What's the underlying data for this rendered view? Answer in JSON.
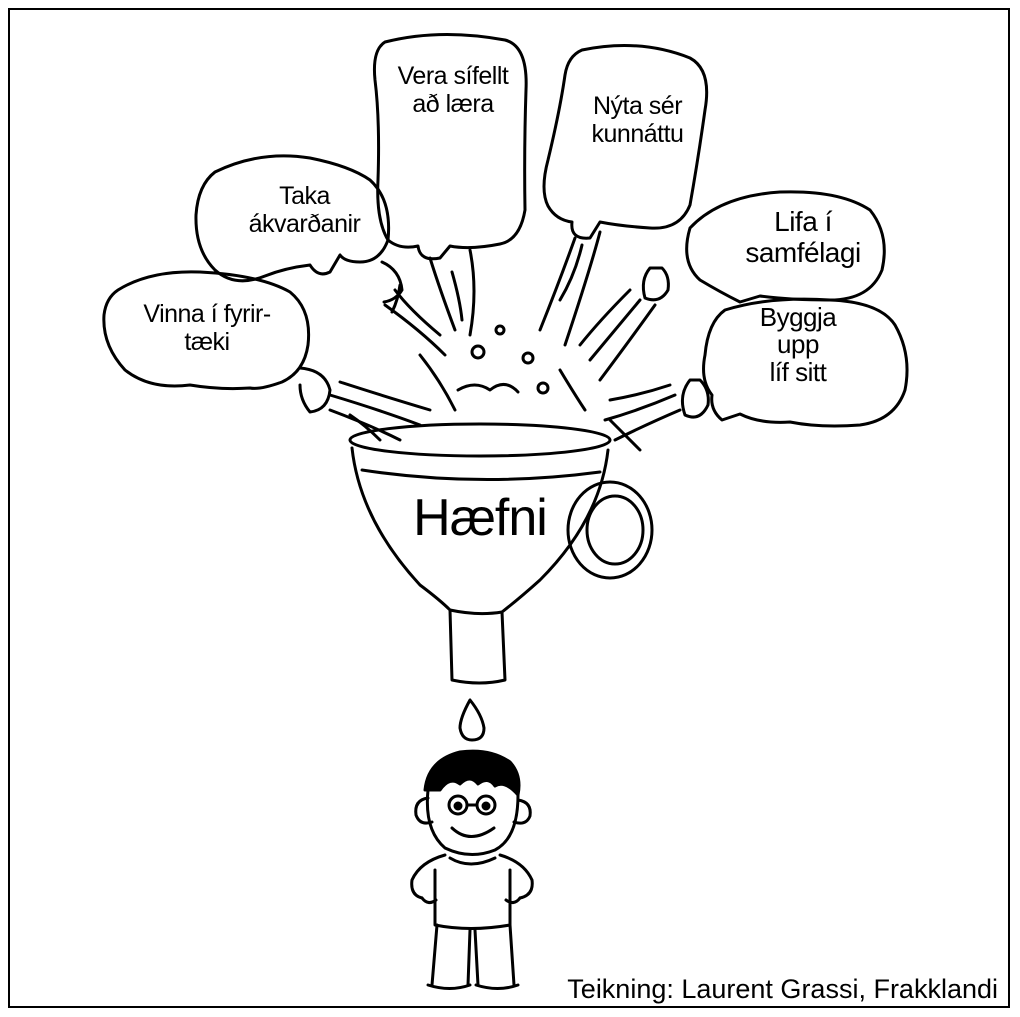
{
  "bubbles": [
    {
      "id": "vinna",
      "lines": [
        "Vinna í fyrir-",
        "tæki"
      ]
    },
    {
      "id": "taka",
      "lines": [
        "Taka",
        "ákvarðanir"
      ]
    },
    {
      "id": "vera",
      "lines": [
        "Vera sífellt",
        "að læra"
      ]
    },
    {
      "id": "nyta",
      "lines": [
        "Nýta sér",
        "kunnáttu"
      ]
    },
    {
      "id": "lifa",
      "lines": [
        "Lifa í",
        "samfélagi"
      ]
    },
    {
      "id": "byggja",
      "lines": [
        "Byggja",
        "upp",
        "líf sitt"
      ]
    }
  ],
  "funnel_label": "Hæfni",
  "credit": "Teikning: Laurent Grassi, Frakklandi",
  "colors": {
    "ink": "#000000",
    "paper": "#ffffff"
  }
}
